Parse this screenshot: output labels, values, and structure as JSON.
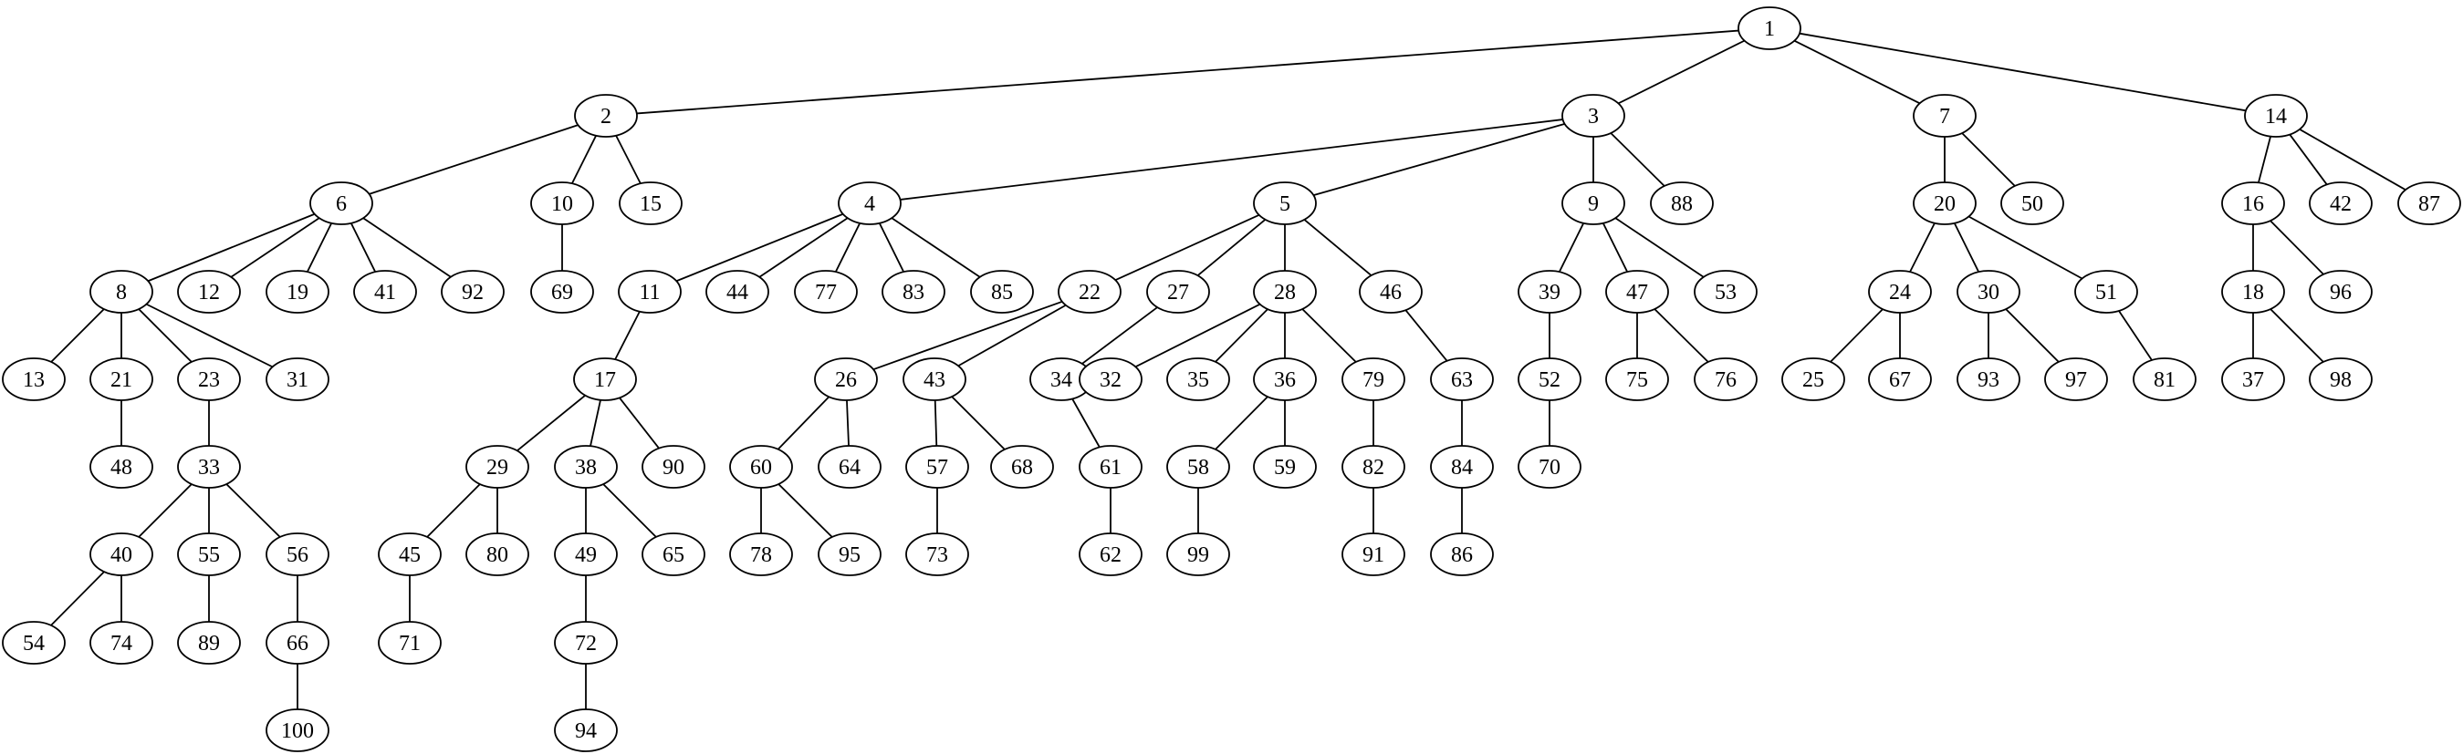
{
  "diagram": {
    "type": "tree",
    "colors": {
      "background": "#ffffff",
      "stroke": "#000000",
      "node_fill": "#ffffff",
      "text": "#000000"
    },
    "edges": [
      [
        1,
        2
      ],
      [
        1,
        3
      ],
      [
        1,
        7
      ],
      [
        1,
        14
      ],
      [
        2,
        6
      ],
      [
        2,
        10
      ],
      [
        2,
        15
      ],
      [
        3,
        4
      ],
      [
        3,
        5
      ],
      [
        3,
        9
      ],
      [
        3,
        88
      ],
      [
        7,
        20
      ],
      [
        7,
        50
      ],
      [
        14,
        16
      ],
      [
        14,
        42
      ],
      [
        14,
        87
      ],
      [
        6,
        8
      ],
      [
        6,
        12
      ],
      [
        6,
        19
      ],
      [
        6,
        41
      ],
      [
        6,
        92
      ],
      [
        10,
        69
      ],
      [
        4,
        11
      ],
      [
        4,
        44
      ],
      [
        4,
        77
      ],
      [
        4,
        83
      ],
      [
        4,
        85
      ],
      [
        5,
        22
      ],
      [
        5,
        27
      ],
      [
        5,
        28
      ],
      [
        5,
        46
      ],
      [
        9,
        39
      ],
      [
        9,
        47
      ],
      [
        9,
        53
      ],
      [
        20,
        24
      ],
      [
        20,
        30
      ],
      [
        20,
        51
      ],
      [
        16,
        18
      ],
      [
        16,
        96
      ],
      [
        8,
        13
      ],
      [
        8,
        21
      ],
      [
        8,
        23
      ],
      [
        8,
        31
      ],
      [
        11,
        17
      ],
      [
        22,
        26
      ],
      [
        22,
        43
      ],
      [
        27,
        34
      ],
      [
        28,
        32
      ],
      [
        28,
        35
      ],
      [
        28,
        36
      ],
      [
        28,
        79
      ],
      [
        46,
        63
      ],
      [
        39,
        52
      ],
      [
        47,
        75
      ],
      [
        47,
        76
      ],
      [
        24,
        25
      ],
      [
        24,
        67
      ],
      [
        30,
        93
      ],
      [
        30,
        97
      ],
      [
        51,
        81
      ],
      [
        18,
        37
      ],
      [
        18,
        98
      ],
      [
        21,
        48
      ],
      [
        23,
        33
      ],
      [
        17,
        29
      ],
      [
        17,
        38
      ],
      [
        17,
        90
      ],
      [
        26,
        60
      ],
      [
        26,
        64
      ],
      [
        43,
        57
      ],
      [
        43,
        68
      ],
      [
        34,
        61
      ],
      [
        36,
        58
      ],
      [
        36,
        59
      ],
      [
        79,
        82
      ],
      [
        63,
        84
      ],
      [
        52,
        70
      ],
      [
        33,
        40
      ],
      [
        33,
        55
      ],
      [
        33,
        56
      ],
      [
        29,
        45
      ],
      [
        29,
        80
      ],
      [
        38,
        49
      ],
      [
        38,
        65
      ],
      [
        60,
        78
      ],
      [
        60,
        95
      ],
      [
        57,
        73
      ],
      [
        61,
        62
      ],
      [
        58,
        99
      ],
      [
        82,
        91
      ],
      [
        84,
        86
      ],
      [
        40,
        54
      ],
      [
        40,
        74
      ],
      [
        55,
        89
      ],
      [
        56,
        66
      ],
      [
        45,
        71
      ],
      [
        49,
        72
      ],
      [
        66,
        100
      ],
      [
        72,
        94
      ]
    ]
  }
}
